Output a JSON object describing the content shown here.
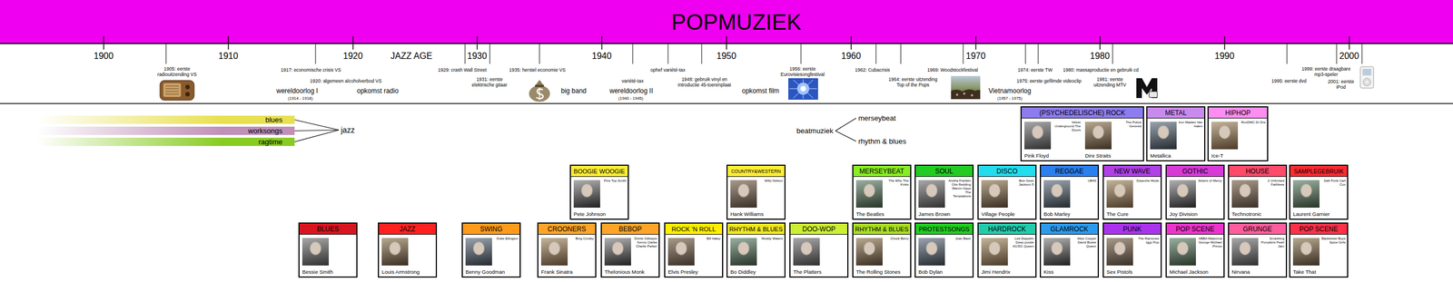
{
  "diagram": {
    "title": "POPMUZIEK",
    "nodes": [
      {
        "text": [
          "blues"
        ]
      },
      {
        "text": [
          "worksongs"
        ]
      },
      {
        "text": [
          "ragtime"
        ]
      },
      {
        "text": [
          "jazz"
        ]
      },
      {
        "text": [
          "beatmuziek"
        ]
      },
      {
        "text": [
          "merseybeat"
        ]
      },
      {
        "text": [
          "rhythm & blues"
        ]
      },
      {
        "text": [
          "(PSYCHEDELISCHE) ROCK",
          "Velvet Underground The Doors",
          "Pink Floyd",
          "The Police Genesis",
          "Dire Straits"
        ]
      },
      {
        "text": [
          "METAL",
          "Iron Maiden Van Halen",
          "Metallica"
        ]
      },
      {
        "text": [
          "HIPHOP",
          "RunDMC Dr Dre",
          "Ice-T"
        ]
      },
      {
        "text": [
          "BOOGIE WOOGIE",
          "Pine Top Smith",
          "Pete Johnson"
        ]
      },
      {
        "text": [
          "COUNTRY&WESTERN",
          "Willy Nelson",
          "Hank Williams"
        ]
      },
      {
        "text": [
          "MERSEYBEAT",
          "The Who The Kinks",
          "The Beatles"
        ]
      },
      {
        "text": [
          "SOUL",
          "Aretha Franklin Otis Redding Marvin Gaye The Temptations",
          "James Brown"
        ]
      },
      {
        "text": [
          "DISCO",
          "Bee Gees Jackson 5",
          "Village People"
        ]
      },
      {
        "text": [
          "REGGAE",
          "UB40",
          "Bob Marley"
        ]
      },
      {
        "text": [
          "NEW WAVE",
          "Depeche Mode",
          "The Cure"
        ]
      },
      {
        "text": [
          "GOTHIC",
          "Sisters of Mercy",
          "Joy Division"
        ]
      },
      {
        "text": [
          "HOUSE",
          "2 Unlimited Faithless",
          "Technotronic"
        ]
      },
      {
        "text": [
          "SAMPLEGEBRUIK",
          "Daft Punk Carl Cox",
          "Laurent Garnier"
        ]
      },
      {
        "text": [
          "BLUES",
          "Bessie Smith"
        ]
      },
      {
        "text": [
          "JAZZ",
          "Louis Armstrong"
        ]
      },
      {
        "text": [
          "SWING",
          "Duke Ellington",
          "Benny Goodman"
        ]
      },
      {
        "text": [
          "CROONERS",
          "Bing Crosby",
          "Frank Sinatra"
        ]
      },
      {
        "text": [
          "BEBOP",
          "Dizzie Gillespie Kenny Clarke Charlie Parker",
          "Thelonious Monk"
        ]
      },
      {
        "text": [
          "ROCK 'N ROLL",
          "Bill Haley",
          "Elvis Presley"
        ]
      },
      {
        "text": [
          "RHYTHM & BLUES",
          "Muddy Waters",
          "Bo Diddley"
        ]
      },
      {
        "text": [
          "DOO-WOP",
          "The Platters"
        ]
      },
      {
        "text": [
          "RHYTHM & BLUES",
          "Chuck Berry",
          "The Rolling Stones"
        ]
      },
      {
        "text": [
          "PROTESTSONGS",
          "Joan Baez",
          "Bob Dylan"
        ]
      },
      {
        "text": [
          "HARDROCK",
          "Led Zeppelin Deep purple AC/DC Queen",
          "Jimi Hendrix"
        ]
      },
      {
        "text": [
          "GLAMROCK",
          "Alice Cooper David Bowie Queen",
          "Kiss"
        ]
      },
      {
        "text": [
          "PUNK",
          "The Ramones Iggy Pop",
          "Sex Pistols"
        ]
      },
      {
        "text": [
          "POP SCENE",
          "ABBA Madonna George Michael Prince",
          "Michael Jackson"
        ]
      },
      {
        "text": [
          "GRUNGE",
          "Smashing Pumpkins Pearl Jam",
          "Nirvana"
        ]
      },
      {
        "text": [
          "POP SCENE",
          "Backstreet Boys Spice Girls",
          "Take That"
        ]
      }
    ],
    "edges": [
      {
        "from": 0,
        "to": 3,
        "arrow": "none"
      },
      {
        "from": 1,
        "to": 3,
        "arrow": "none"
      },
      {
        "from": 2,
        "to": 3,
        "arrow": "none"
      },
      {
        "from": 4,
        "to": 5,
        "arrow": "none"
      },
      {
        "from": 4,
        "to": 6,
        "arrow": "none"
      }
    ],
    "labels": [
      "1900",
      "1910",
      "1920",
      "1930",
      "1940",
      "1950",
      "1960",
      "1970",
      "1980",
      "1990",
      "2000",
      "JAZZ AGE",
      "1905: eerste radiouitzending VS",
      "1917: economische crisis VS",
      "1920: algemeen alcoholverbod VS",
      "wereldoorlog I",
      "(1914 - 1918)",
      "opkomst radio",
      "1929: crash Wall Street",
      "1931: eerste elektrische gitaar",
      "1935: herstel economie VS",
      "big band",
      "variété-tax",
      "ophef variété-tax",
      "wereldoorlog II",
      "(1940 - 1945)",
      "1948: gebruik vinyl en introductie 45-toerenplaat",
      "opkomst film",
      "1956: eerste Eurovisiesongfestival",
      "1962: Cubacrisis",
      "1964: eerste uitzending Top of the Pops",
      "1969: Woodstockfestival",
      "Vietnamoorlog",
      "(1957 - 1975)",
      "1974: eerste TW",
      "1975: eerste gefilmde videoclip",
      "1980: massaproductie en gebruik cd",
      "1981: eerste uitzending MTV",
      "1995: eerste dvd",
      "1999: eerste draagbare mp3-speler",
      "2001: eerste iPod"
    ]
  }
}
